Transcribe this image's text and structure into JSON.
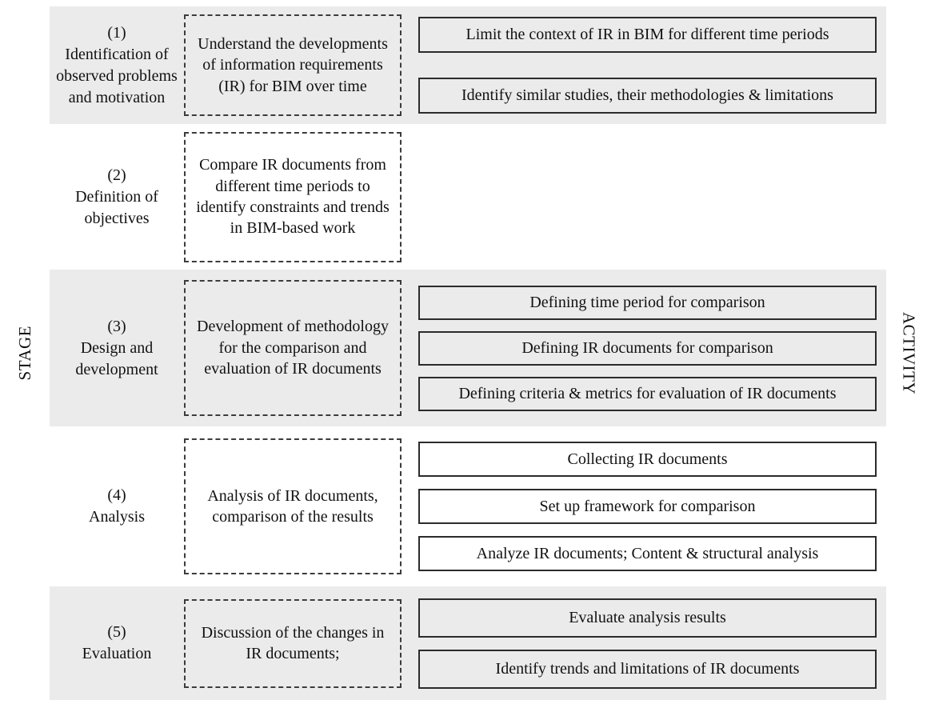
{
  "figure": {
    "left_axis_label": "STAGE",
    "right_axis_label": "ACTIVITY",
    "colors": {
      "row_band": "#ebebeb",
      "solid_box_border": "#2b2b2b",
      "dashed_box_border": "#3c3c3c",
      "text": "#111111"
    }
  },
  "stages": [
    {
      "number": "(1)",
      "name": "Identification of observed problems and motivation",
      "objective": "Understand the developments of information requirements (IR) for BIM over time",
      "shaded": true,
      "activities": [
        "Limit the context of IR in BIM for different time periods",
        "Identify similar studies, their methodologies & limitations"
      ]
    },
    {
      "number": "(2)",
      "name": "Definition of objectives",
      "objective": "Compare IR documents from different time periods to identify constraints and trends in BIM-based work",
      "shaded": false,
      "activities": []
    },
    {
      "number": "(3)",
      "name": "Design and development",
      "objective": "Development of methodology for the comparison and evaluation of IR documents",
      "shaded": true,
      "activities": [
        "Defining time period for comparison",
        "Defining IR documents for comparison",
        "Defining criteria & metrics for evaluation of IR documents"
      ]
    },
    {
      "number": "(4)",
      "name": "Analysis",
      "objective": "Analysis of IR documents, comparison of the results",
      "shaded": false,
      "activities": [
        "Collecting IR documents",
        "Set up framework for comparison",
        "Analyze IR documents; Content & structural analysis"
      ]
    },
    {
      "number": "(5)",
      "name": "Evaluation",
      "objective": "Discussion of the changes in IR documents;",
      "shaded": true,
      "activities": [
        "Evaluate analysis results",
        "Identify trends and limitations of IR documents"
      ]
    }
  ]
}
